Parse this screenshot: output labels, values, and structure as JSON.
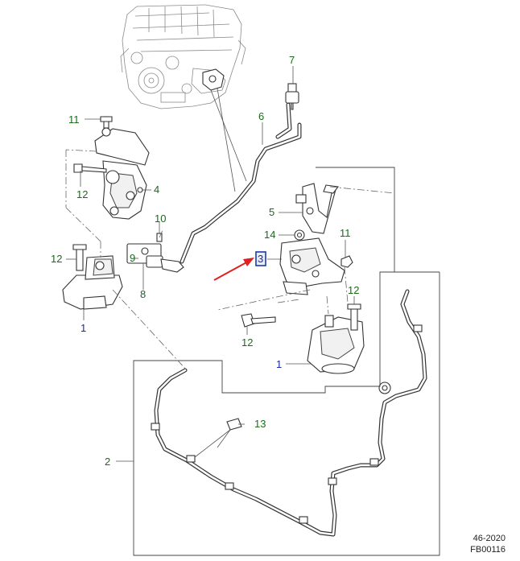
{
  "callouts": {
    "c1_left": "1",
    "c1_right": "1",
    "c2": "2",
    "c3": "3",
    "c4": "4",
    "c5": "5",
    "c6": "6",
    "c7": "7",
    "c8": "8",
    "c9": "9",
    "c10": "10",
    "c11_top": "11",
    "c11_right": "11",
    "c12_left": "12",
    "c12_mid": "12",
    "c12_bolt": "12",
    "c12_right": "12",
    "c13": "13",
    "c14": "14"
  },
  "footer": {
    "section": "46-2020",
    "figure": "FB00116"
  },
  "colors": {
    "callout_green": "#1a6b1a",
    "callout_blue": "#1a2a9a",
    "highlight_box": "#1a3aaa",
    "arrow": "#e02020"
  }
}
